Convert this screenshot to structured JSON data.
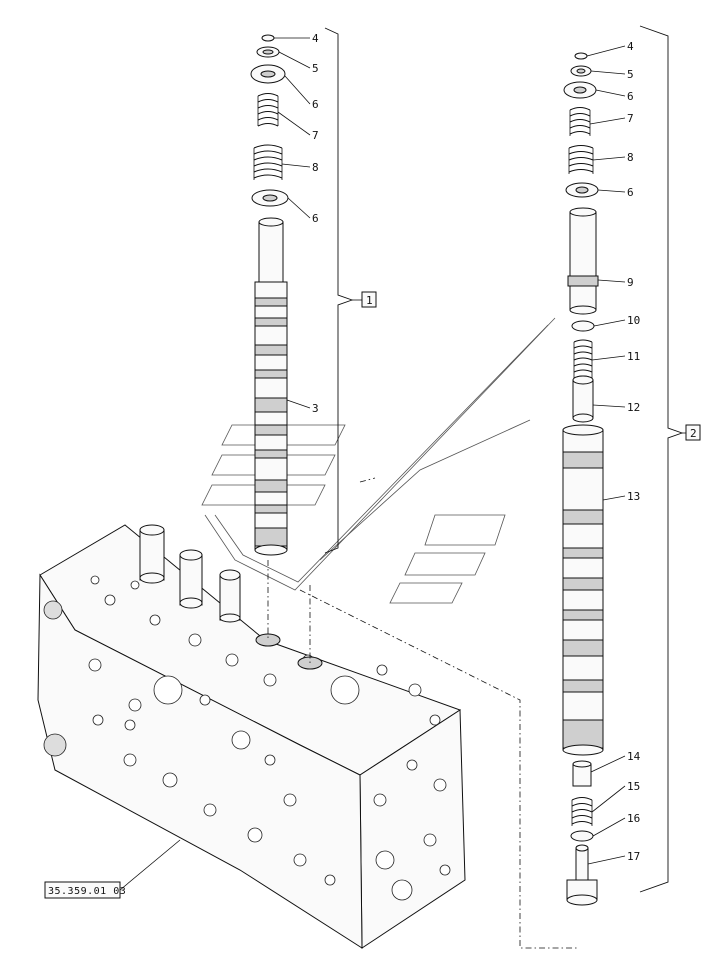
{
  "left_assembly": {
    "callouts": [
      "4",
      "5",
      "6",
      "7",
      "8",
      "6",
      "3"
    ],
    "group_label": "1"
  },
  "right_assembly": {
    "callouts": [
      "4",
      "5",
      "6",
      "7",
      "8",
      "6",
      "9",
      "10",
      "11",
      "12",
      "13",
      "14",
      "15",
      "16",
      "17"
    ],
    "group_label": "2"
  },
  "reference": {
    "label": "35.359.01 03"
  },
  "colors": {
    "line": "#111111",
    "paper": "#ffffff"
  }
}
